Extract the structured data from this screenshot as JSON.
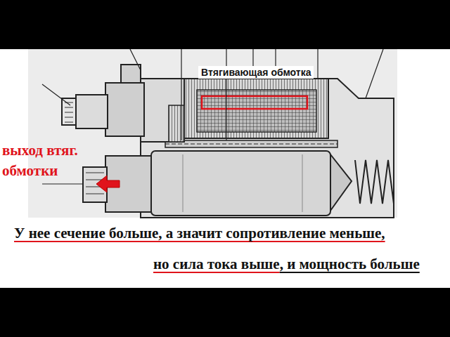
{
  "diagram": {
    "labels": [
      "Втягивающая обмотка",
      "выход втяг. обмотки",
      "У нее сечение больше, а значит сопротивление меньше,",
      "но сила тока выше",
      ", и мощность больше"
    ]
  }
}
